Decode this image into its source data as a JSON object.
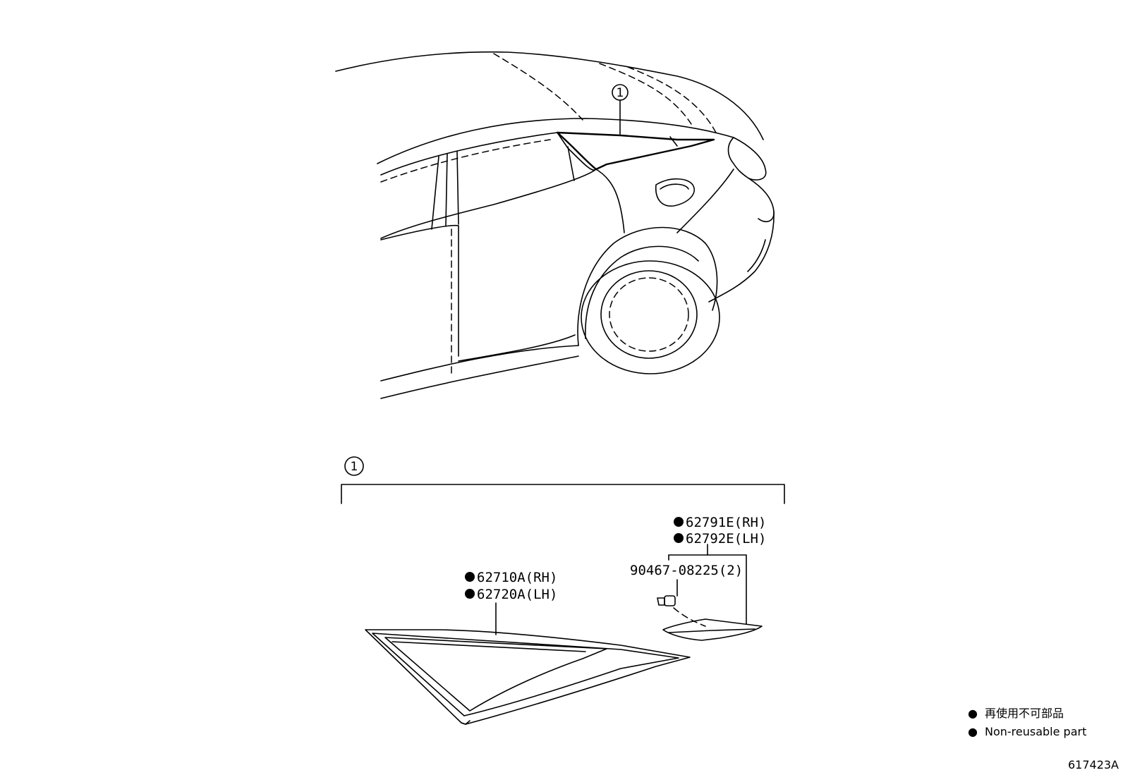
{
  "callout_ref": "1",
  "parts": {
    "quarter_glass_rh": "62710A(RH)",
    "quarter_glass_lh": "62720A(LH)",
    "garnish_rh": "62791E(RH)",
    "garnish_lh": "62792E(LH)",
    "clip": "90467-08225(2)"
  },
  "legend": {
    "marker": "●",
    "japanese": "再使用不可部品",
    "english": "Non-reusable part"
  },
  "figure_number": "617423A"
}
